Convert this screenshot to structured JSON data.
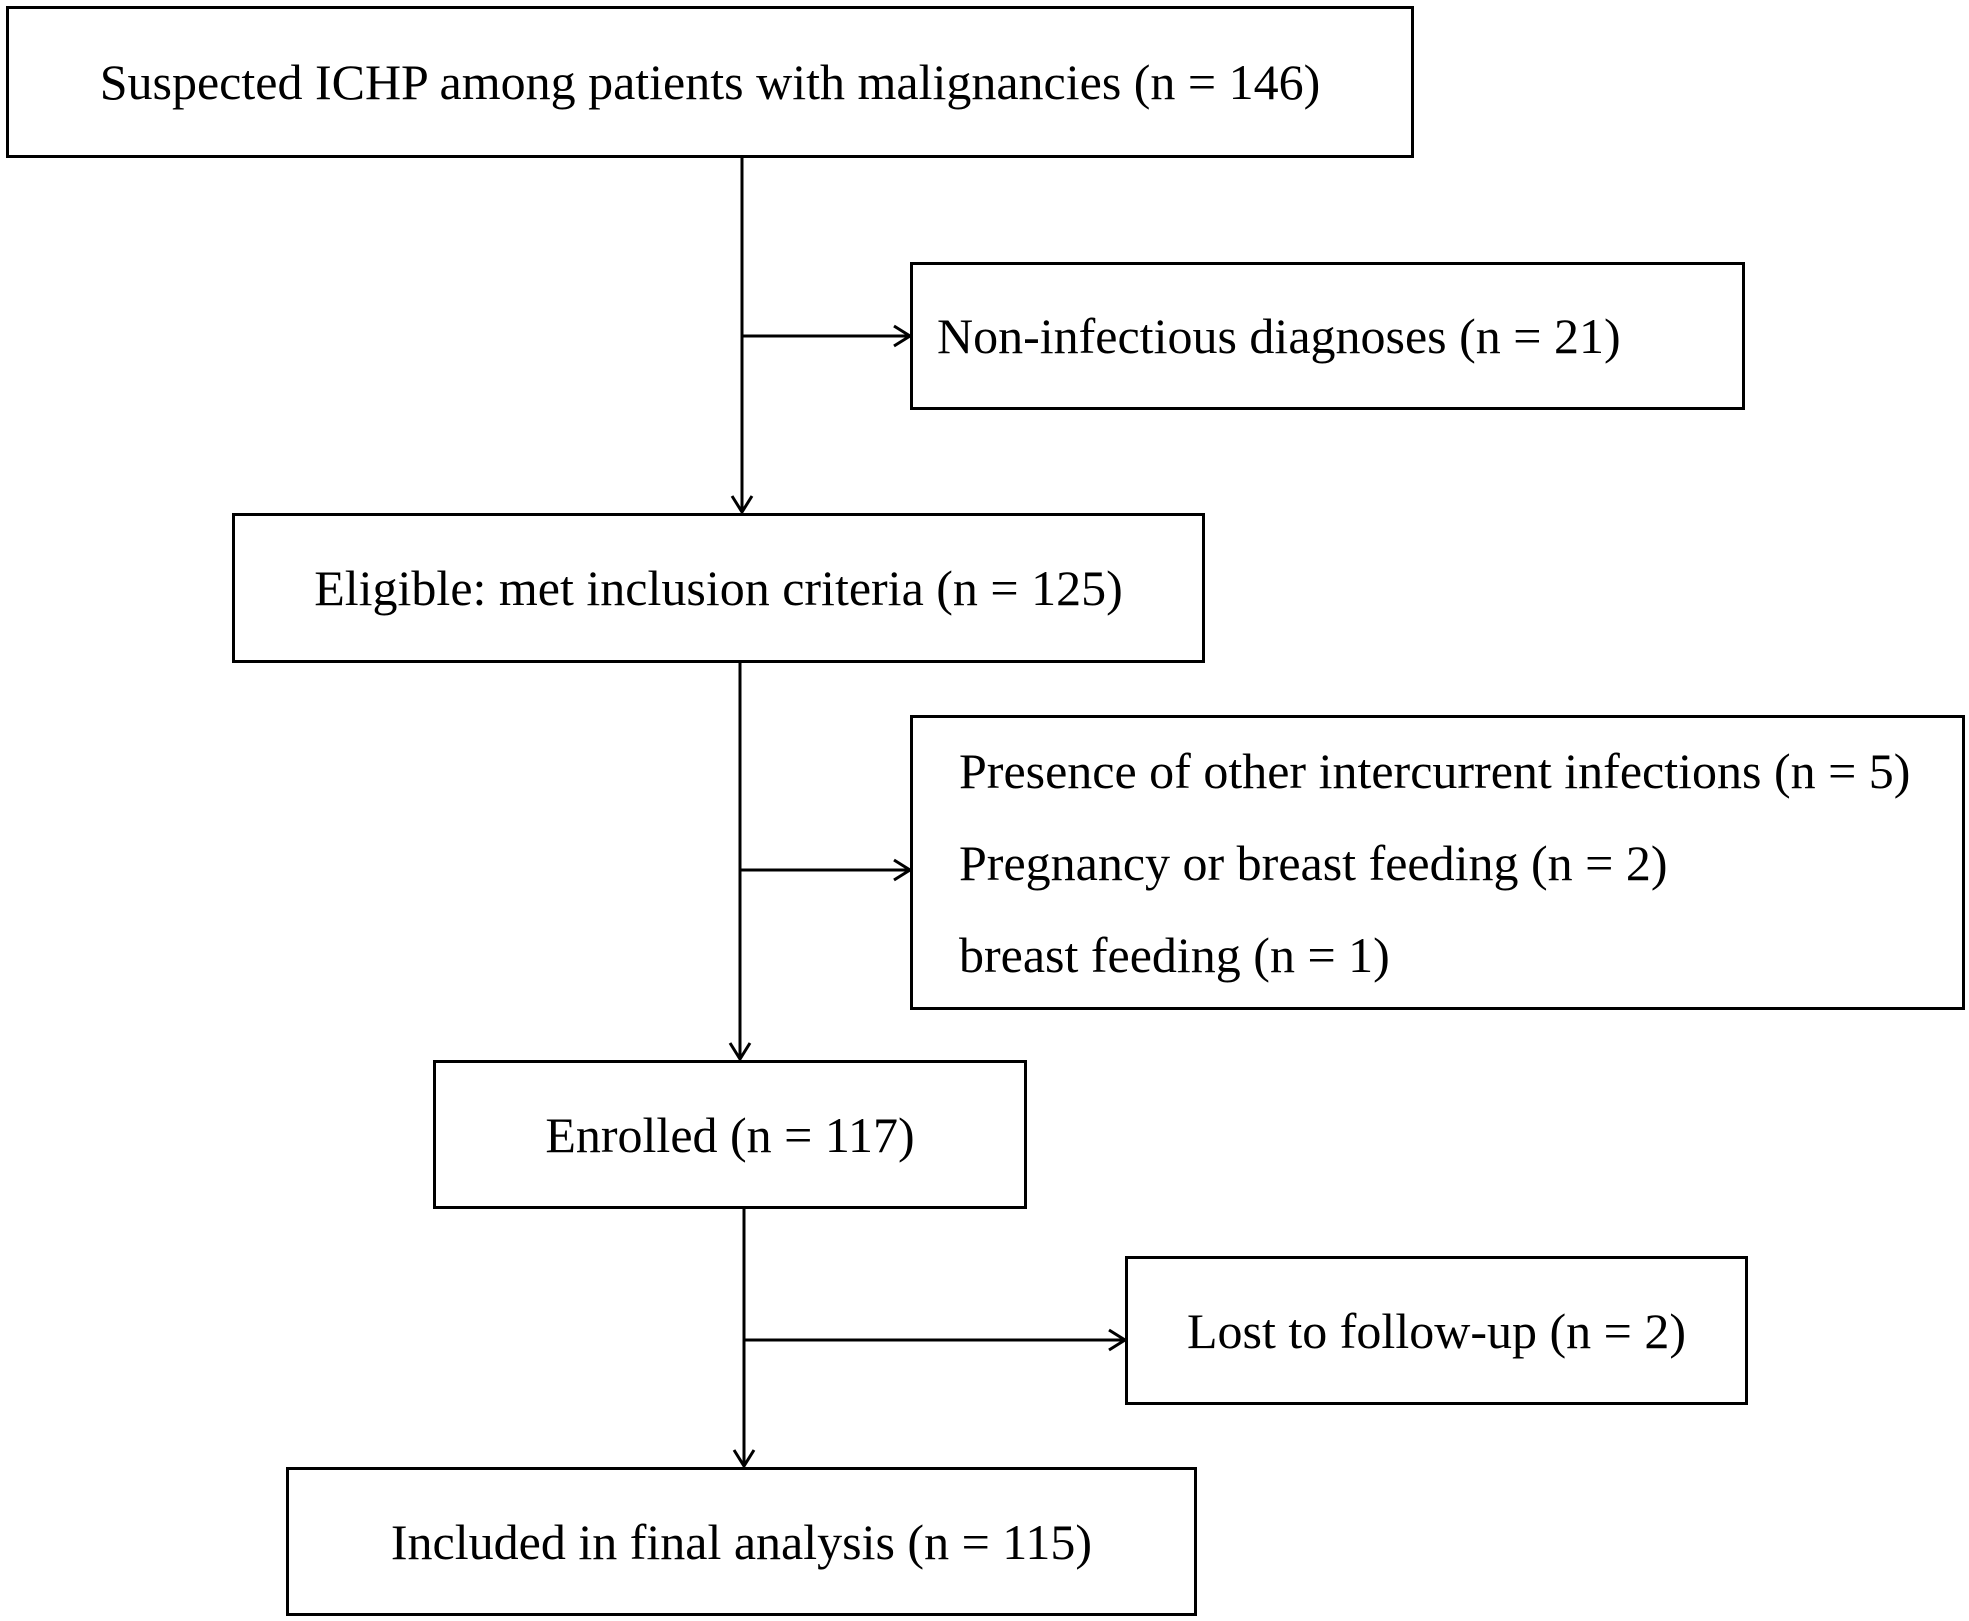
{
  "flow": {
    "boxes": {
      "suspected": {
        "text": "Suspected ICHP among patients with malignancies (n = 146)"
      },
      "non_infectious": {
        "text": "Non-infectious diagnoses (n = 21)"
      },
      "eligible": {
        "text": "Eligible: met inclusion criteria (n = 125)"
      },
      "exclusions": {
        "lines": [
          "Presence of other intercurrent infections (n = 5)",
          "Pregnancy or breast feeding (n = 2)",
          "breast feeding (n = 1)"
        ]
      },
      "enrolled": {
        "text": "Enrolled (n = 117)"
      },
      "lost": {
        "text": "Lost to follow-up (n = 2)"
      },
      "final": {
        "text": "Included in final analysis (n = 115)"
      }
    }
  }
}
